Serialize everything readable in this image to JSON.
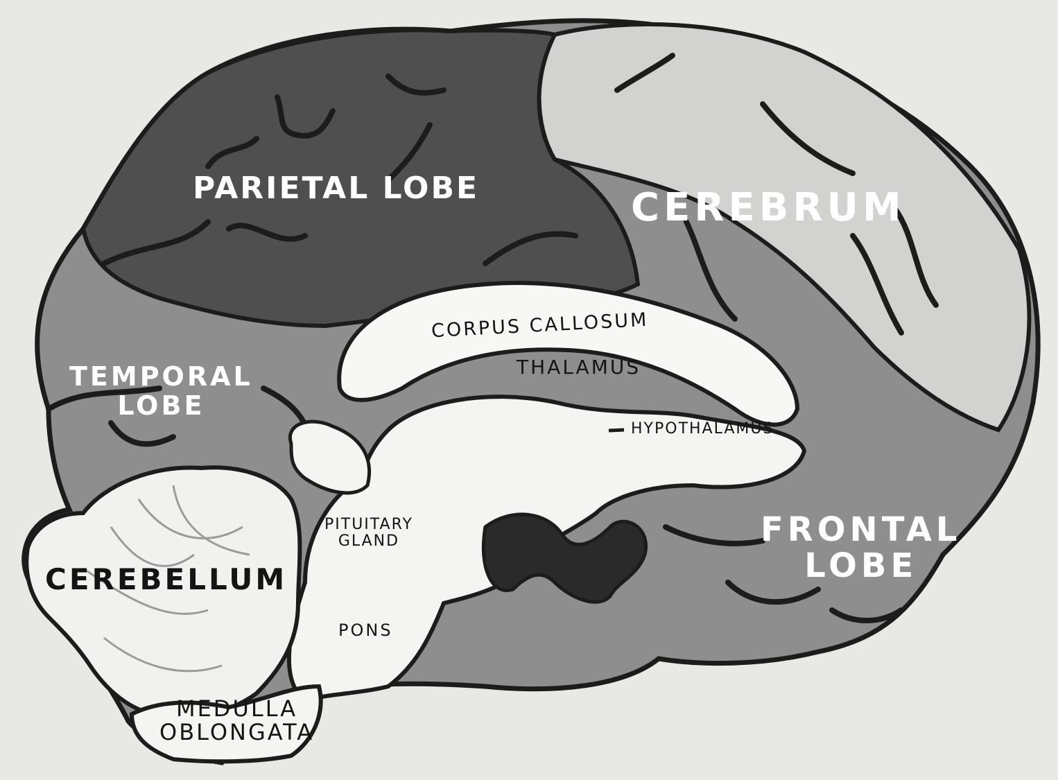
{
  "labels": {
    "parietal_lobe": "PARIETAL LOBE",
    "cerebrum": "CEREBRUM",
    "corpus_callosum": "CORPUS CALLOSUM",
    "thalamus": "THALAMUS",
    "hypothalamus": "HYPOTHALAMUS",
    "temporal_lobe": [
      "TEMPORAL",
      "LOBE"
    ],
    "pituitary_gland": [
      "PITUITARY",
      "GLAND"
    ],
    "cerebellum": "CEREBELLUM",
    "frontal_lobe": [
      "FRONTAL",
      "LOBE"
    ],
    "pons": "PONS",
    "medulla_oblongata": [
      "MEDULLA",
      "OBLONGATA"
    ]
  },
  "colors": {
    "background": "#e8e8e4",
    "parietal_region": "#4f4f4f",
    "cerebrum_region": "#d2d2d0",
    "lower_cortex": "#8e8e8e",
    "inner_structures": "#f4f4f2",
    "outline": "#1c1c1c"
  }
}
